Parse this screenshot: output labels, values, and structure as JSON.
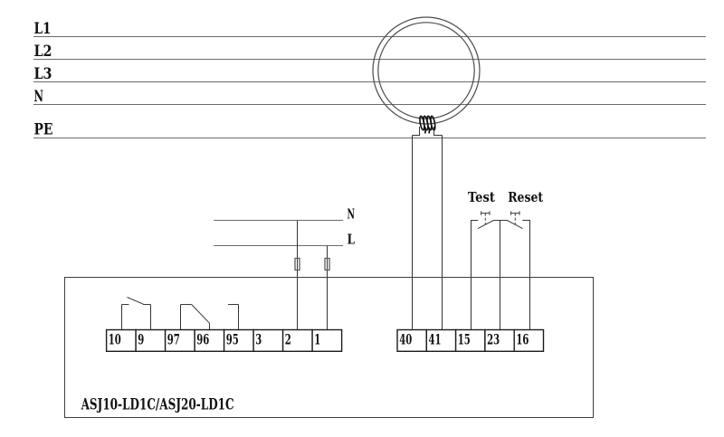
{
  "colors": {
    "background": "#ffffff",
    "line_gray": "#6b6b6b",
    "line_dark": "#333333",
    "text": "#111111"
  },
  "power_lines": [
    {
      "label": "L1"
    },
    {
      "label": "L2"
    },
    {
      "label": "L3"
    },
    {
      "label": "N"
    },
    {
      "label": "PE"
    }
  ],
  "aux_supply": {
    "neutral_label": "N",
    "live_label": "L"
  },
  "buttons": {
    "test_label": "Test",
    "reset_label": "Reset"
  },
  "device": {
    "model_label": "ASJ10-LD1C/ASJ20-LD1C"
  },
  "terminals": {
    "left": [
      "10",
      "9",
      "97",
      "96",
      "95",
      "3",
      "2",
      "1"
    ],
    "right": [
      "40",
      "41",
      "15",
      "23",
      "16"
    ]
  }
}
